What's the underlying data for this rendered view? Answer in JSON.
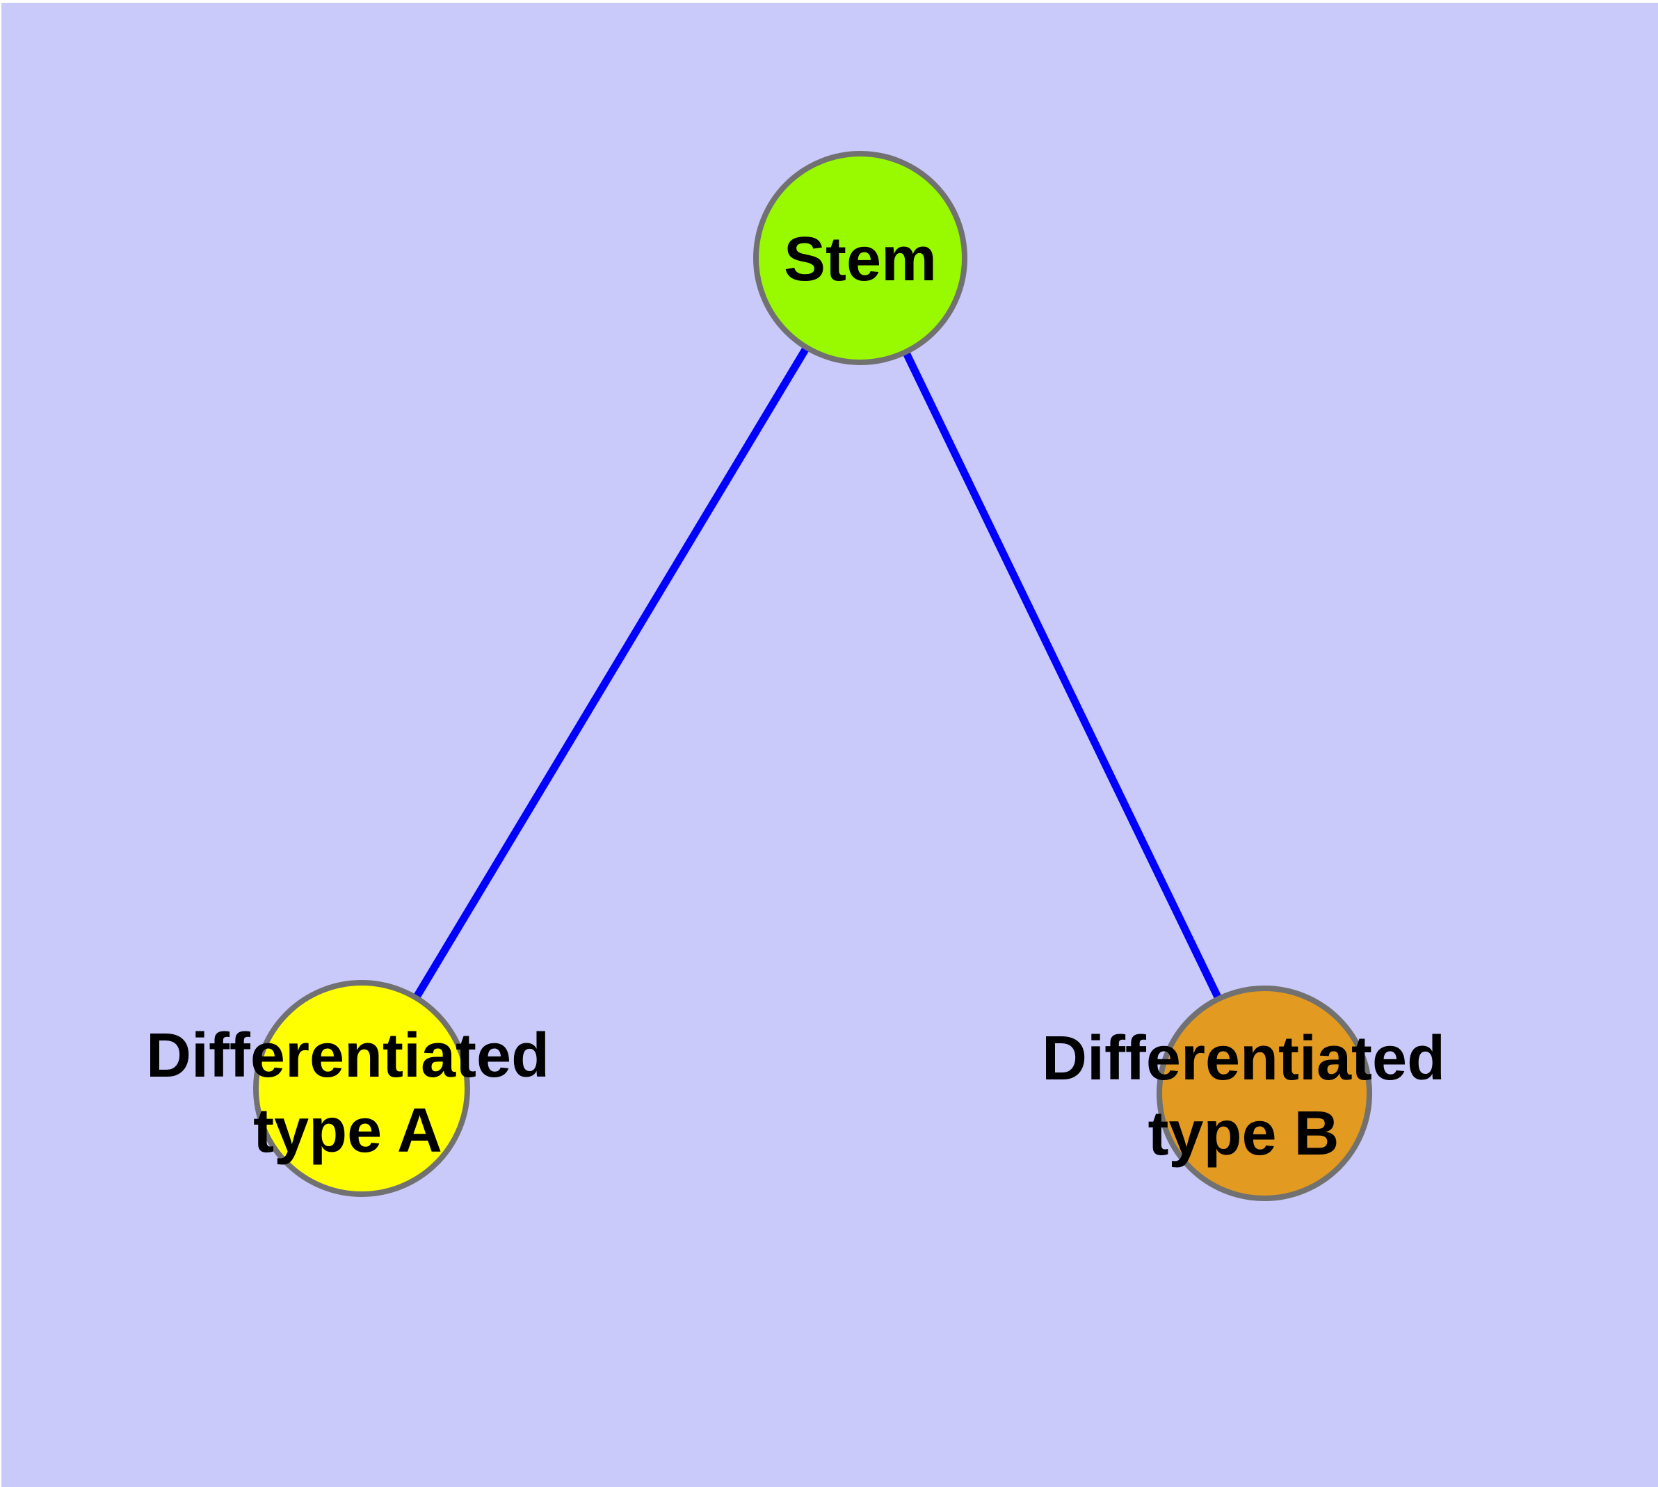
{
  "canvas": {
    "background_color": "#C9C9FA",
    "margin_color": "#FFFFFF"
  },
  "nodes": {
    "stem": {
      "label": "Stem",
      "fill": "#99FA00"
    },
    "type_a": {
      "label_line1": "Differentiated",
      "label_line2": "type A",
      "fill": "#FFFF00"
    },
    "type_b": {
      "label_line1": "Differentiated",
      "label_line2": "type B",
      "fill": "#E29A20"
    }
  },
  "node_style": {
    "border_color": "#717171",
    "label_color": "#000000"
  },
  "edges": {
    "color": "#0000FF",
    "list": [
      {
        "from": "Stem",
        "to": "Differentiated type A"
      },
      {
        "from": "Stem",
        "to": "Differentiated type B"
      }
    ]
  }
}
